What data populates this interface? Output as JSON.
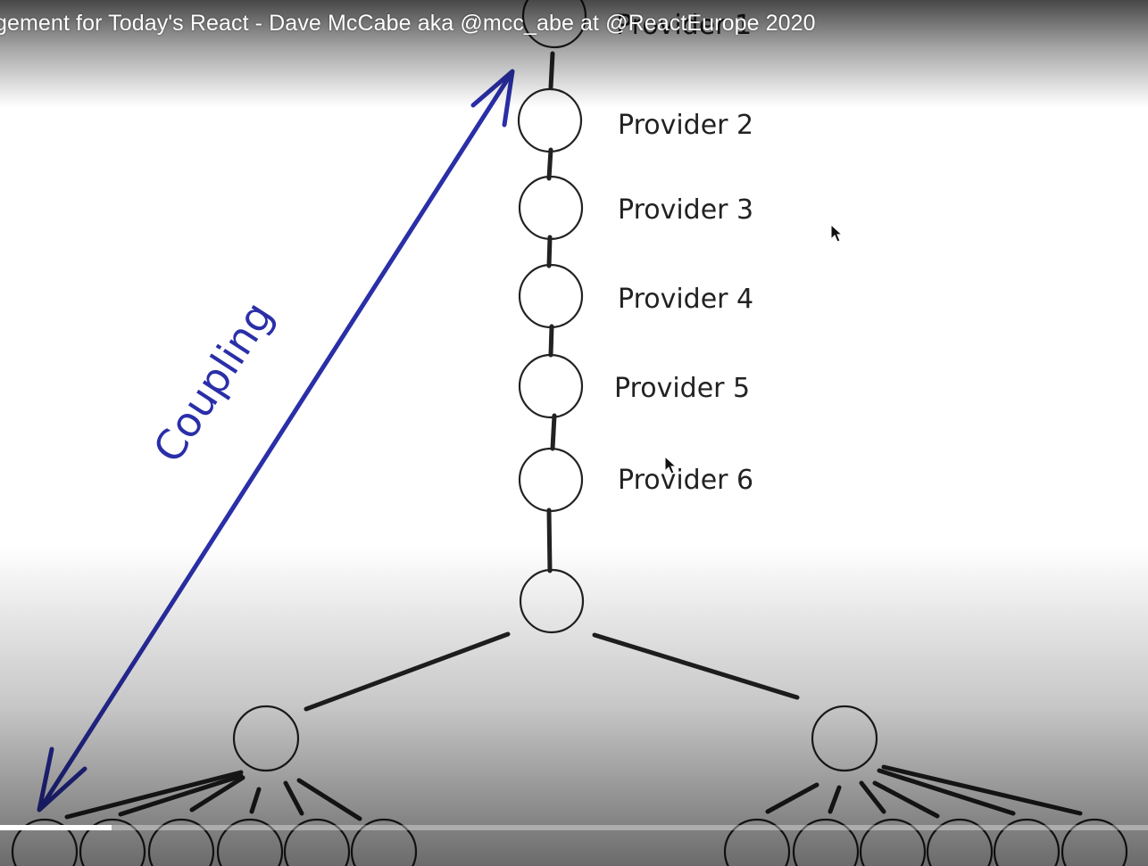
{
  "player": {
    "title": "gement for Today's React - Dave McCabe aka @mcc_abe at @ReactEurope 2020",
    "progress_percent": 9.7
  },
  "slide": {
    "top_label": "Provider 1",
    "providers": [
      "Provider 2",
      "Provider 3",
      "Provider 4",
      "Provider 5",
      "Provider 6"
    ],
    "coupling_label": "Coupling"
  },
  "colors": {
    "ink": "#222222",
    "arrow": "#2a2fa8",
    "title_text": "#ffffff",
    "progress_fill": "#ffffff"
  },
  "icons": {
    "cursor_1": "mouse-pointer-icon",
    "cursor_2": "mouse-pointer-icon"
  }
}
